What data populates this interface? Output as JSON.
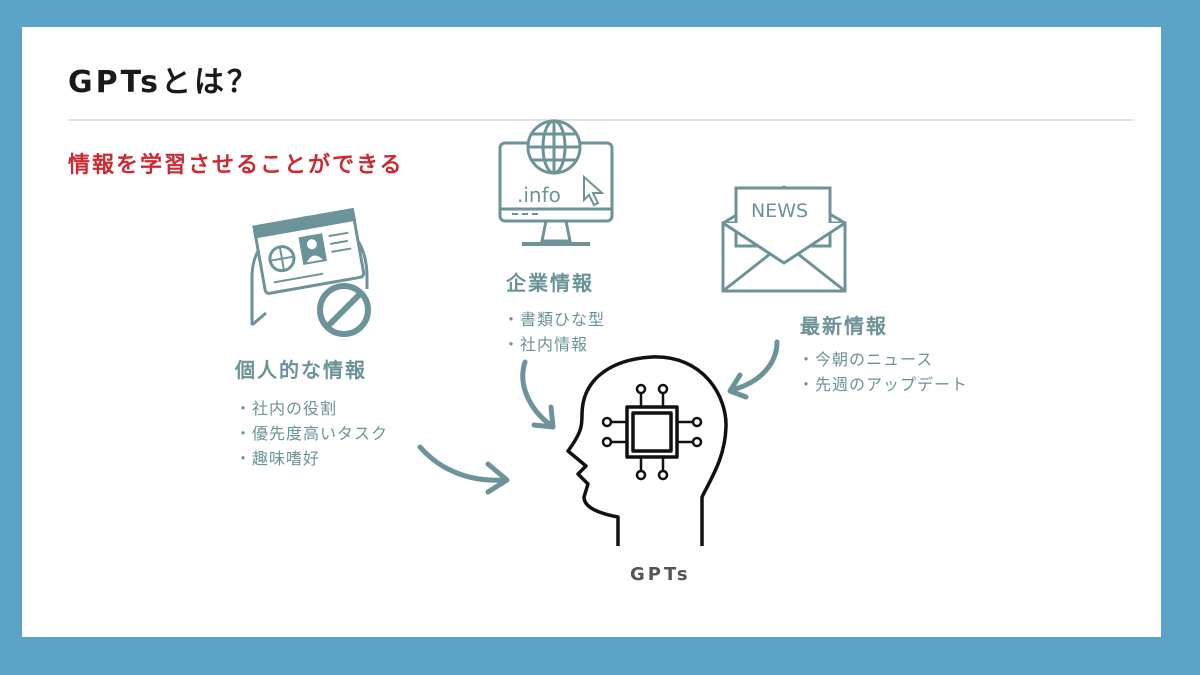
{
  "title": "GPTsとは？",
  "subtitle": "情報を学習させることができる",
  "groups": {
    "personal": {
      "title": "個人的な情報",
      "items": [
        "社内の役割",
        "優先度高いタスク",
        "趣味嗜好"
      ],
      "icon": "id-card-prohibited-icon"
    },
    "company": {
      "title": "企業情報",
      "items": [
        "書類ひな型",
        "社内情報"
      ],
      "icon": "monitor-globe-icon",
      "icon_text": ".info"
    },
    "news": {
      "title": "最新情報",
      "items": [
        "今朝のニュース",
        "先週のアップデート"
      ],
      "icon": "news-envelope-icon",
      "icon_text": "NEWS"
    }
  },
  "center": {
    "label": "GPTs",
    "icon": "head-chip-icon"
  },
  "colors": {
    "background": "#5ba2c7",
    "accent_red": "#cc2a33",
    "teal": "#6b9399"
  }
}
